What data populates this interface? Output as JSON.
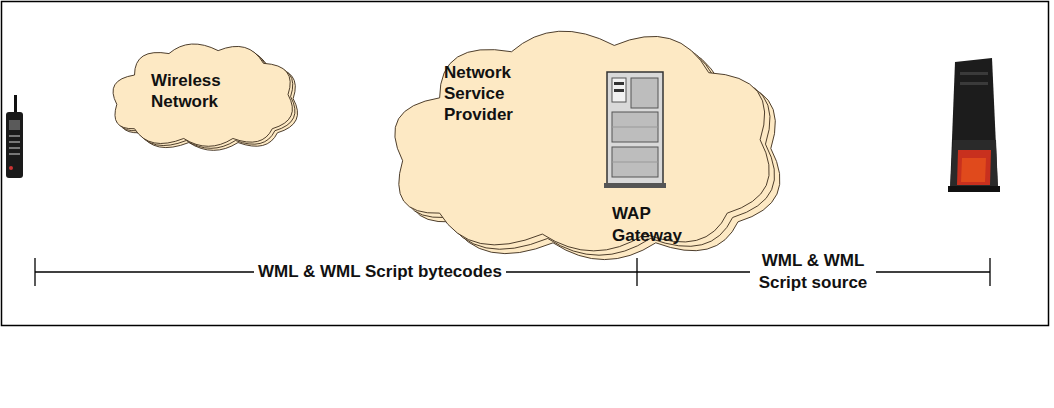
{
  "diagram": {
    "nodes": [
      {
        "text": [
          "Wireless Network"
        ]
      },
      {
        "text": [
          "Network Service Provider"
        ]
      }
    ],
    "labels": [
      "WAP Gateway",
      "WML & WML Script bytecodes",
      "WML & WML Script source"
    ]
  }
}
